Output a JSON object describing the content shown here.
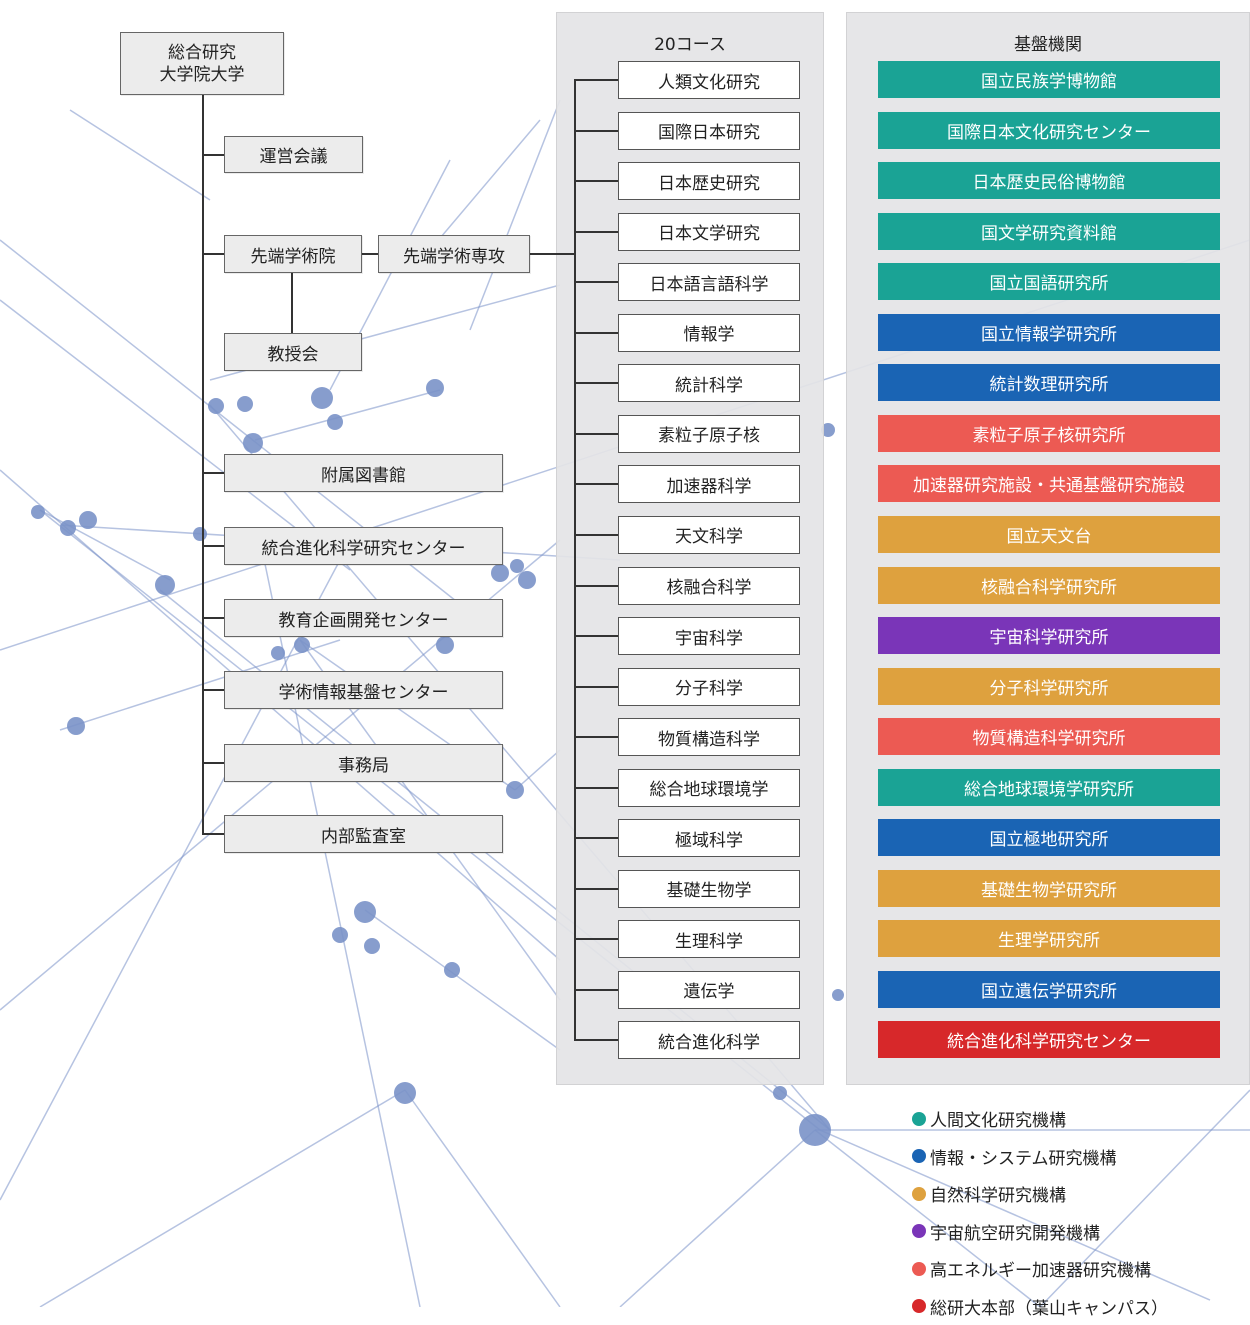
{
  "colors": {
    "humanities": "#1aa395",
    "information": "#1a64b4",
    "natural_sciences": "#dea13e",
    "jaxa": "#7a35b8",
    "kek": "#ec5a53",
    "sokendai": "#d7282a",
    "network": "#7a92c8"
  },
  "org": {
    "root": {
      "line1": "総合研究",
      "line2": "大学院大学"
    },
    "council": "運営会議",
    "institute": "先端学術院",
    "major": "先端学術専攻",
    "faculty": "教授会",
    "library": "附属図書館",
    "evolution_center": "統合進化科学研究センター",
    "education_center": "教育企画開発センター",
    "info_center": "学術情報基盤センター",
    "secretariat": "事務局",
    "audit": "内部監査室"
  },
  "courses_title": "20コース",
  "courses": [
    "人類文化研究",
    "国際日本研究",
    "日本歴史研究",
    "日本文学研究",
    "日本語言語科学",
    "情報学",
    "統計科学",
    "素粒子原子核",
    "加速器科学",
    "天文科学",
    "核融合科学",
    "宇宙科学",
    "分子科学",
    "物質構造科学",
    "総合地球環境学",
    "極域科学",
    "基礎生物学",
    "生理科学",
    "遺伝学",
    "統合進化科学"
  ],
  "institutions_title": "基盤機関",
  "institutions": [
    {
      "name": "国立民族学博物館",
      "color": "#1aa395"
    },
    {
      "name": "国際日本文化研究センター",
      "color": "#1aa395"
    },
    {
      "name": "日本歴史民俗博物館",
      "color": "#1aa395"
    },
    {
      "name": "国文学研究資料館",
      "color": "#1aa395"
    },
    {
      "name": "国立国語研究所",
      "color": "#1aa395"
    },
    {
      "name": "国立情報学研究所",
      "color": "#1a64b4"
    },
    {
      "name": "統計数理研究所",
      "color": "#1a64b4"
    },
    {
      "name": "素粒子原子核研究所",
      "color": "#ec5a53"
    },
    {
      "name": "加速器研究施設・共通基盤研究施設",
      "color": "#ec5a53"
    },
    {
      "name": "国立天文台",
      "color": "#dea13e"
    },
    {
      "name": "核融合科学研究所",
      "color": "#dea13e"
    },
    {
      "name": "宇宙科学研究所",
      "color": "#7a35b8"
    },
    {
      "name": "分子科学研究所",
      "color": "#dea13e"
    },
    {
      "name": "物質構造科学研究所",
      "color": "#ec5a53"
    },
    {
      "name": "総合地球環境学研究所",
      "color": "#1aa395"
    },
    {
      "name": "国立極地研究所",
      "color": "#1a64b4"
    },
    {
      "name": "基礎生物学研究所",
      "color": "#dea13e"
    },
    {
      "name": "生理学研究所",
      "color": "#dea13e"
    },
    {
      "name": "国立遺伝学研究所",
      "color": "#1a64b4"
    },
    {
      "name": "統合進化科学研究センター",
      "color": "#d7282a"
    }
  ],
  "legend": [
    {
      "label": "人間文化研究機構",
      "color": "#1aa395"
    },
    {
      "label": "情報・システム研究機構",
      "color": "#1a64b4"
    },
    {
      "label": "自然科学研究機構",
      "color": "#dea13e"
    },
    {
      "label": "宇宙航空研究開発機構",
      "color": "#7a35b8"
    },
    {
      "label": "高エネルギー加速器研究機構",
      "color": "#ec5a53"
    },
    {
      "label": "総研大本部（葉山キャンパス）",
      "color": "#d7282a"
    }
  ]
}
